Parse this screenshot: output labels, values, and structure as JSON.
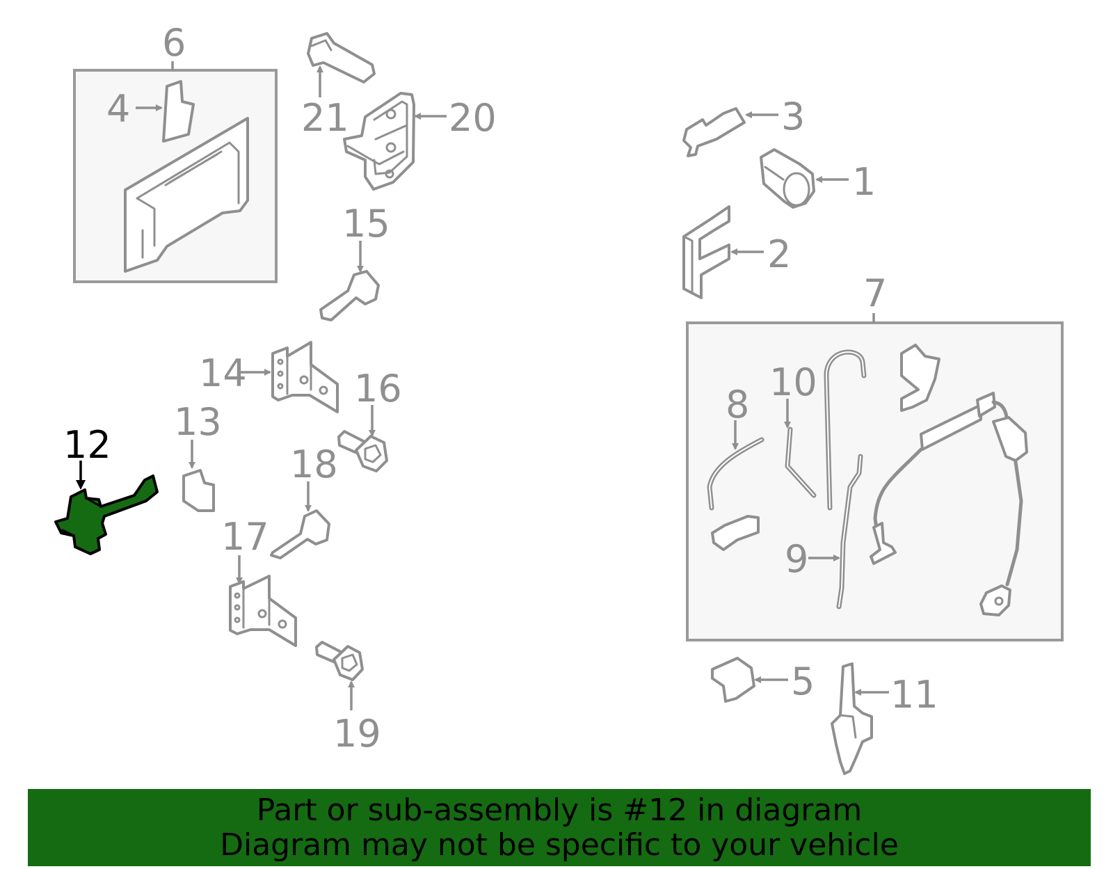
{
  "colors": {
    "part_gray": "#8f8f8f",
    "highlight": "#156b12",
    "banner": "#156b12"
  },
  "callouts": {
    "c1": "1",
    "c2": "2",
    "c3": "3",
    "c4": "4",
    "c5": "5",
    "c6": "6",
    "c7": "7",
    "c8": "8",
    "c9": "9",
    "c10": "10",
    "c11": "11",
    "c12": "12",
    "c13": "13",
    "c14": "14",
    "c15": "15",
    "c16": "16",
    "c17": "17",
    "c18": "18",
    "c19": "19",
    "c20": "20",
    "c21": "21"
  },
  "highlighted_part": "12",
  "banner": {
    "line1": "Part or sub-assembly is #12 in diagram",
    "line2": "Diagram may not be specific to your vehicle"
  }
}
